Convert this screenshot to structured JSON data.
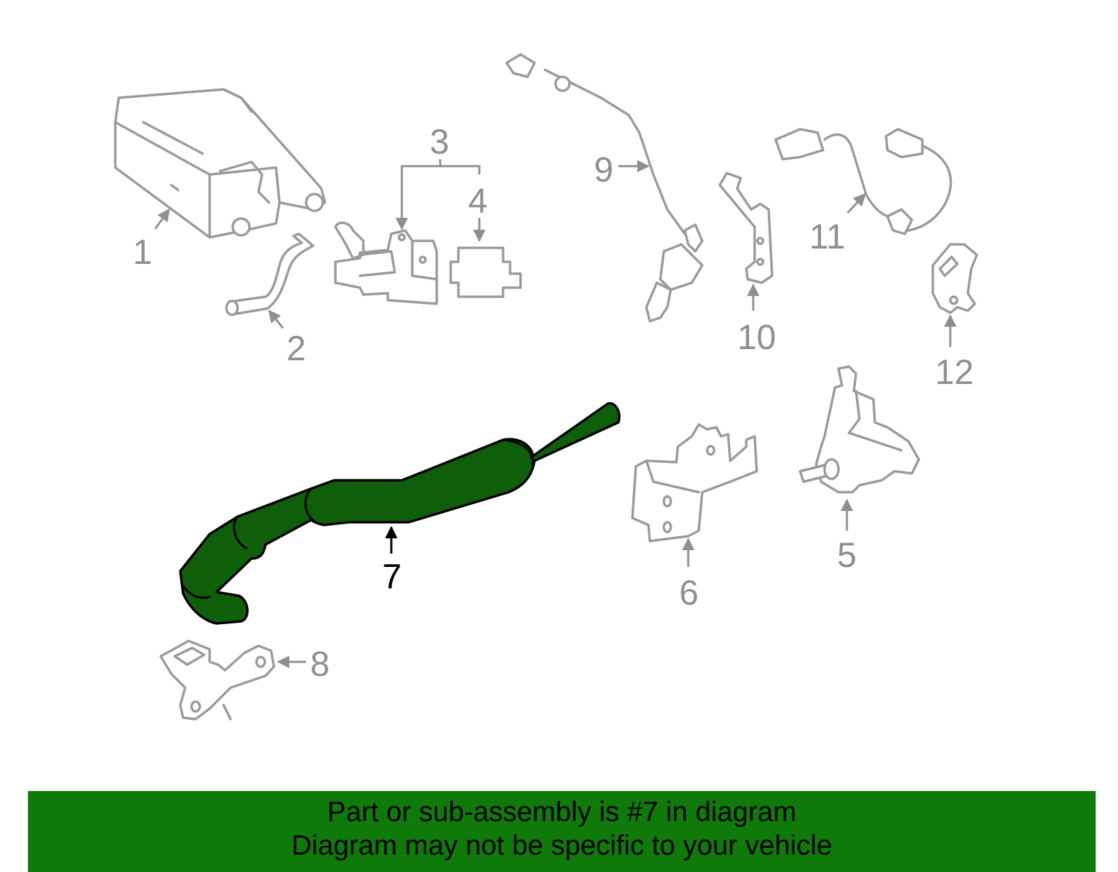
{
  "banner": {
    "background": "#0f7a0a",
    "line1": "Part or sub-assembly is #7 in diagram",
    "line2": "Diagram may not be specific to your vehicle"
  },
  "highlight_color": "#0f5e0a",
  "callouts": {
    "c1": "1",
    "c2": "2",
    "c3": "3",
    "c4": "4",
    "c5": "5",
    "c6": "6",
    "c7": "7",
    "c8": "8",
    "c9": "9",
    "c10": "10",
    "c11": "11",
    "c12": "12"
  }
}
